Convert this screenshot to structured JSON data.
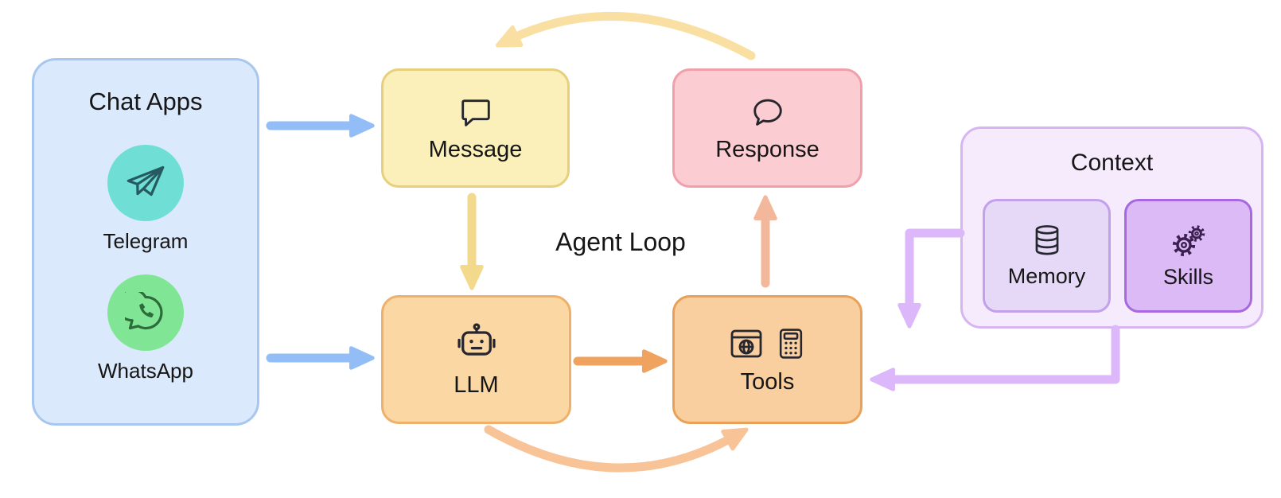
{
  "center_label": "Agent Loop",
  "chat_apps": {
    "title": "Chat Apps",
    "items": [
      {
        "label": "Telegram",
        "icon": "telegram-icon",
        "circle_color": "#6fdfd6"
      },
      {
        "label": "WhatsApp",
        "icon": "whatsapp-icon",
        "circle_color": "#80e695"
      }
    ]
  },
  "nodes": {
    "message": {
      "label": "Message",
      "icon": "chat-bubble-square-icon"
    },
    "response": {
      "label": "Response",
      "icon": "chat-bubble-round-icon"
    },
    "llm": {
      "label": "LLM",
      "icon": "robot-icon"
    },
    "tools": {
      "label": "Tools",
      "icons": [
        "browser-globe-icon",
        "calculator-icon"
      ]
    }
  },
  "context": {
    "title": "Context",
    "memory": {
      "label": "Memory",
      "icon": "database-icon"
    },
    "skills": {
      "label": "Skills",
      "icon": "gears-icon"
    }
  },
  "edges": [
    {
      "from": "chat-apps",
      "to": "message",
      "color": "#92bdf6"
    },
    {
      "from": "chat-apps",
      "to": "llm",
      "color": "#92bdf6"
    },
    {
      "from": "message",
      "to": "llm",
      "color": "#f3d98b"
    },
    {
      "from": "llm",
      "to": "tools",
      "color": "#f0a35f"
    },
    {
      "from": "llm",
      "to": "tools",
      "color": "#f7c397",
      "style": "curved-bottom"
    },
    {
      "from": "tools",
      "to": "response",
      "color": "#f3b89c"
    },
    {
      "from": "response",
      "to": "message",
      "color": "#f9e0a2",
      "style": "curved-top"
    },
    {
      "from": "context",
      "to": "tools",
      "color": "#dcb8fa",
      "style": "elbow-down"
    },
    {
      "from": "context",
      "to": "tools",
      "color": "#dcb8fa",
      "style": "elbow-left"
    }
  ],
  "colors": {
    "chat_apps_fill": "#dbe9fc",
    "chat_apps_border": "#a8c7f0",
    "message_fill": "#fbf0ba",
    "message_border": "#e8cf7d",
    "response_fill": "#fbccd1",
    "response_border": "#f0a0aa",
    "llm_fill": "#fbd7a4",
    "llm_border": "#eeb06a",
    "tools_fill": "#facfa0",
    "tools_border": "#e9a159",
    "context_fill": "#f6ebfc",
    "context_border": "#d7b5f2",
    "memory_fill": "#e6d9f8",
    "memory_border": "#c2a0ea",
    "skills_fill": "#dcbaf6",
    "skills_border": "#a868e0"
  }
}
